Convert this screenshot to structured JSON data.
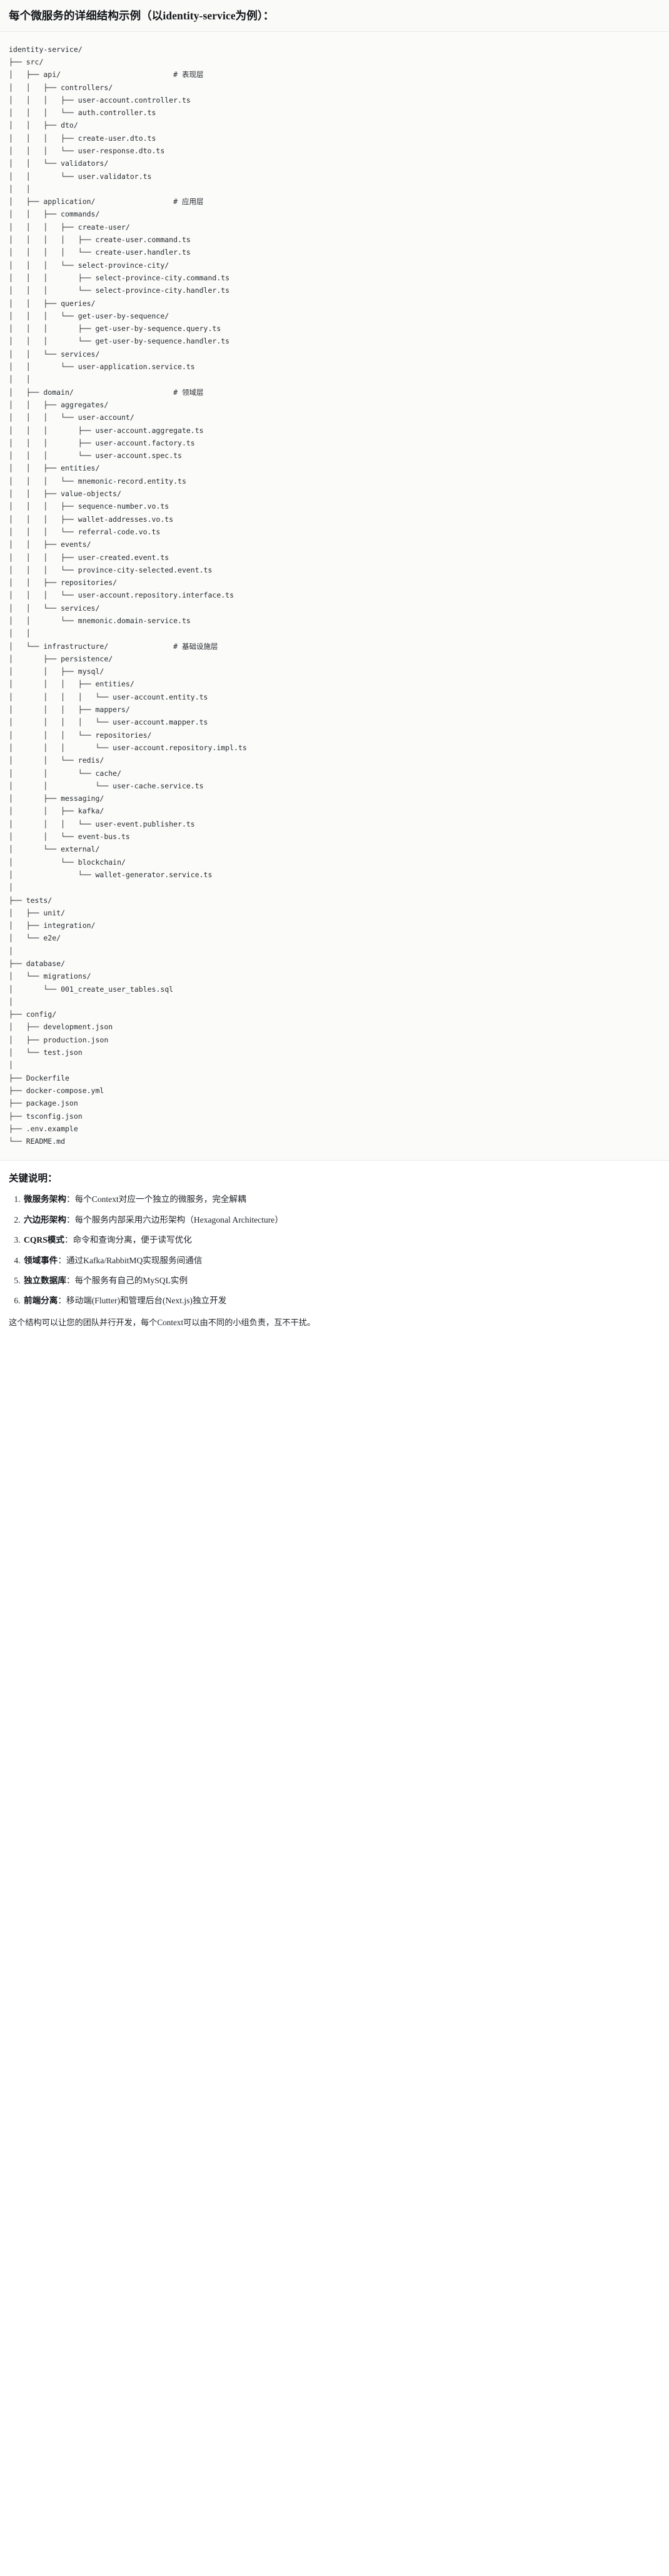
{
  "header": {
    "title": "每个微服务的详细结构示例（以identity-service为例）："
  },
  "tree": {
    "root": "identity-service/",
    "text": "identity-service/\n├── src/\n│   ├── api/                          # 表现层\n│   │   ├── controllers/\n│   │   │   ├── user-account.controller.ts\n│   │   │   └── auth.controller.ts\n│   │   ├── dto/\n│   │   │   ├── create-user.dto.ts\n│   │   │   └── user-response.dto.ts\n│   │   └── validators/\n│   │       └── user.validator.ts\n│   │\n│   ├── application/                  # 应用层\n│   │   ├── commands/\n│   │   │   ├── create-user/\n│   │   │   │   ├── create-user.command.ts\n│   │   │   │   └── create-user.handler.ts\n│   │   │   └── select-province-city/\n│   │   │       ├── select-province-city.command.ts\n│   │   │       └── select-province-city.handler.ts\n│   │   ├── queries/\n│   │   │   └── get-user-by-sequence/\n│   │   │       ├── get-user-by-sequence.query.ts\n│   │   │       └── get-user-by-sequence.handler.ts\n│   │   └── services/\n│   │       └── user-application.service.ts\n│   │\n│   ├── domain/                       # 领域层\n│   │   ├── aggregates/\n│   │   │   └── user-account/\n│   │   │       ├── user-account.aggregate.ts\n│   │   │       ├── user-account.factory.ts\n│   │   │       └── user-account.spec.ts\n│   │   ├── entities/\n│   │   │   └── mnemonic-record.entity.ts\n│   │   ├── value-objects/\n│   │   │   ├── sequence-number.vo.ts\n│   │   │   ├── wallet-addresses.vo.ts\n│   │   │   └── referral-code.vo.ts\n│   │   ├── events/\n│   │   │   ├── user-created.event.ts\n│   │   │   └── province-city-selected.event.ts\n│   │   ├── repositories/\n│   │   │   └── user-account.repository.interface.ts\n│   │   └── services/\n│   │       └── mnemonic.domain-service.ts\n│   │\n│   └── infrastructure/               # 基础设施层\n│       ├── persistence/\n│       │   ├── mysql/\n│       │   │   ├── entities/\n│       │   │   │   └── user-account.entity.ts\n│       │   │   ├── mappers/\n│       │   │   │   └── user-account.mapper.ts\n│       │   │   └── repositories/\n│       │   │       └── user-account.repository.impl.ts\n│       │   └── redis/\n│       │       └── cache/\n│       │           └── user-cache.service.ts\n│       ├── messaging/\n│       │   ├── kafka/\n│       │   │   └── user-event.publisher.ts\n│       │   └── event-bus.ts\n│       └── external/\n│           └── blockchain/\n│               └── wallet-generator.service.ts\n│\n├── tests/\n│   ├── unit/\n│   ├── integration/\n│   └── e2e/\n│\n├── database/\n│   └── migrations/\n│       └── 001_create_user_tables.sql\n│\n├── config/\n│   ├── development.json\n│   ├── production.json\n│   └── test.json\n│\n├── Dockerfile\n├── docker-compose.yml\n├── package.json\n├── tsconfig.json\n├── .env.example\n└── README.md",
    "layer_comments": [
      "# 表现层",
      "# 应用层",
      "# 领域层",
      "# 基础设施层"
    ]
  },
  "notes": {
    "title": "关键说明：",
    "items": [
      {
        "key": "微服务架构",
        "sep": "：",
        "value": "每个Context对应一个独立的微服务，完全解耦"
      },
      {
        "key": "六边形架构",
        "sep": "：",
        "value": "每个服务内部采用六边形架构（Hexagonal Architecture）"
      },
      {
        "key": "CQRS模式",
        "sep": "：",
        "value": "命令和查询分离，便于读写优化"
      },
      {
        "key": "领域事件",
        "sep": "：",
        "value": "通过Kafka/RabbitMQ实现服务间通信"
      },
      {
        "key": "独立数据库",
        "sep": "：",
        "value": "每个服务有自己的MySQL实例"
      },
      {
        "key": "前端分离",
        "sep": "：",
        "value": "移动端(Flutter)和管理后台(Next.js)独立开发"
      }
    ],
    "closing": "这个结构可以让您的团队并行开发，每个Context可以由不同的小组负责，互不干扰。"
  }
}
